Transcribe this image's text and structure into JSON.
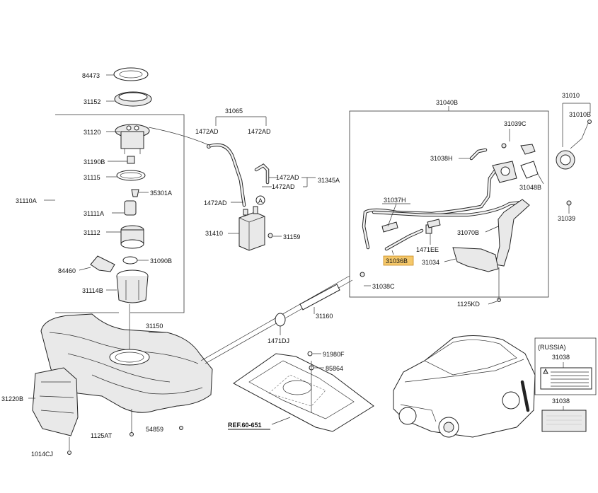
{
  "labels": {
    "p84473": "84473",
    "p31152": "31152",
    "p31120": "31120",
    "p31190B": "31190B",
    "p31115": "31115",
    "p35301A": "35301A",
    "p31111A": "31111A",
    "p31112": "31112",
    "p31090B": "31090B",
    "p84460": "84460",
    "p31114B": "31114B",
    "p31110A": "31110A",
    "p31065": "31065",
    "p1472AD_a": "1472AD",
    "p1472AD_b": "1472AD",
    "p1472AD_c": "1472AD",
    "p1472AD_d": "1472AD",
    "p1472AD_e": "1472AD",
    "p31345A": "31345A",
    "p31410": "31410",
    "p31159": "31159",
    "callout_A": "A",
    "p31040B": "31040B",
    "p31039C": "31039C",
    "p31038H": "31038H",
    "p31048B": "31048B",
    "p31037H": "31037H",
    "p31070B": "31070B",
    "p1471EE": "1471EE",
    "p31036B": "31036B",
    "p31034": "31034",
    "p31038C": "31038C",
    "p1125KD": "1125KD",
    "p31010": "31010",
    "p31010B": "31010B",
    "p31039": "31039",
    "p31150": "31150",
    "p31160": "31160",
    "p1471DJ": "1471DJ",
    "p91980F": "91980F",
    "p85864": "85864",
    "p31220B": "31220B",
    "p1125AT": "1125AT",
    "p54859": "54859",
    "p1014CJ": "1014CJ",
    "ref": "REF.60-651",
    "russia": "(RUSSIA)",
    "p31038_a": "31038",
    "p31038_b": "31038"
  },
  "highlight_part": "31036B",
  "colors": {
    "highlight_fill": "#f5c86a",
    "line": "#333333",
    "part_fill": "#e9e9e9"
  }
}
